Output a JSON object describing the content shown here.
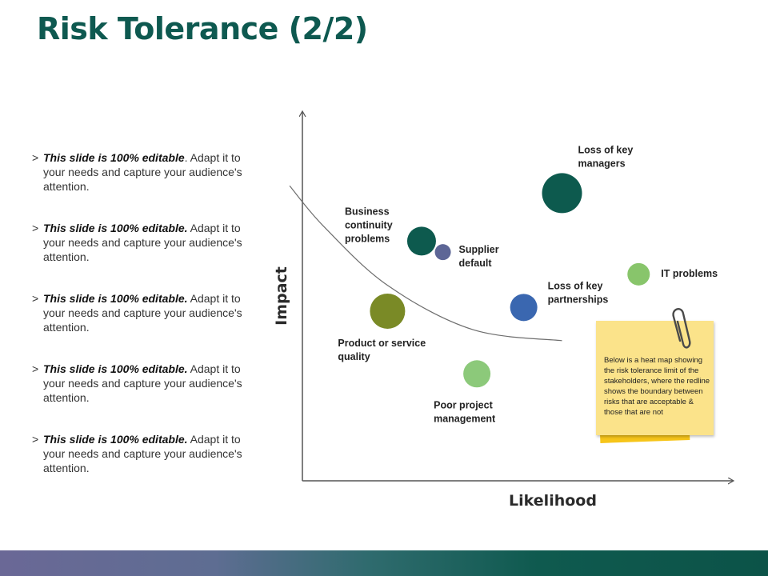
{
  "title": "Risk Tolerance (2/2)",
  "bullets": [
    {
      "bold": "This slide is 100% editable",
      "text": ". Adapt it to your needs and capture your audience's attention."
    },
    {
      "bold": "This slide is 100% editable.",
      "text": " Adapt it to your needs and capture your audience's attention."
    },
    {
      "bold": "This slide is 100% editable.",
      "text": " Adapt it to your needs and capture your audience's attention."
    },
    {
      "bold": "This slide is 100% editable.",
      "text": " Adapt it to your needs and capture your audience's attention."
    },
    {
      "bold": "This slide is 100% editable.",
      "text": " Adapt it to your needs and capture your audience's attention."
    }
  ],
  "bullet_marker": ">",
  "note": {
    "text": "Below is a heat map showing the risk tolerance limit of the stakeholders, where the redline shows the boundary between risks that are acceptable & those that are not"
  },
  "chart_data": {
    "type": "scatter",
    "xlabel": "Likelihood",
    "ylabel": "Impact",
    "xlim": [
      0,
      10
    ],
    "ylim": [
      0,
      10
    ],
    "grid": false,
    "points": [
      {
        "label": "Loss of key managers",
        "lines": [
          "Loss of key",
          "managers"
        ],
        "x": 6.1,
        "y": 7.8,
        "size": 25,
        "color": "#0d5a4e"
      },
      {
        "label": "Business continuity problems",
        "lines": [
          "Business",
          "continuity",
          "problems"
        ],
        "x": 2.8,
        "y": 6.5,
        "size": 18,
        "color": "#0d5a4e"
      },
      {
        "label": "Supplier default",
        "lines": [
          "Supplier",
          "default"
        ],
        "x": 3.3,
        "y": 6.2,
        "size": 10,
        "color": "#5d6696"
      },
      {
        "label": "IT problems",
        "lines": [
          "IT problems"
        ],
        "x": 7.9,
        "y": 5.6,
        "size": 14,
        "color": "#88c56b"
      },
      {
        "label": "Loss of key partnerships",
        "lines": [
          "Loss of key",
          "partnerships"
        ],
        "x": 5.2,
        "y": 4.7,
        "size": 17,
        "color": "#3a67b0"
      },
      {
        "label": "Product or service quality",
        "lines": [
          "Product or service",
          "quality"
        ],
        "x": 2.0,
        "y": 4.6,
        "size": 22,
        "color": "#7a8a26"
      },
      {
        "label": "Poor project management",
        "lines": [
          "Poor  project",
          "management"
        ],
        "x": 4.1,
        "y": 2.9,
        "size": 17,
        "color": "#8cc97a"
      }
    ],
    "tolerance_curve": [
      [
        -0.3,
        8.0
      ],
      [
        0.5,
        6.9
      ],
      [
        2.0,
        5.3
      ],
      [
        4.0,
        4.1
      ],
      [
        6.1,
        3.8
      ]
    ]
  }
}
